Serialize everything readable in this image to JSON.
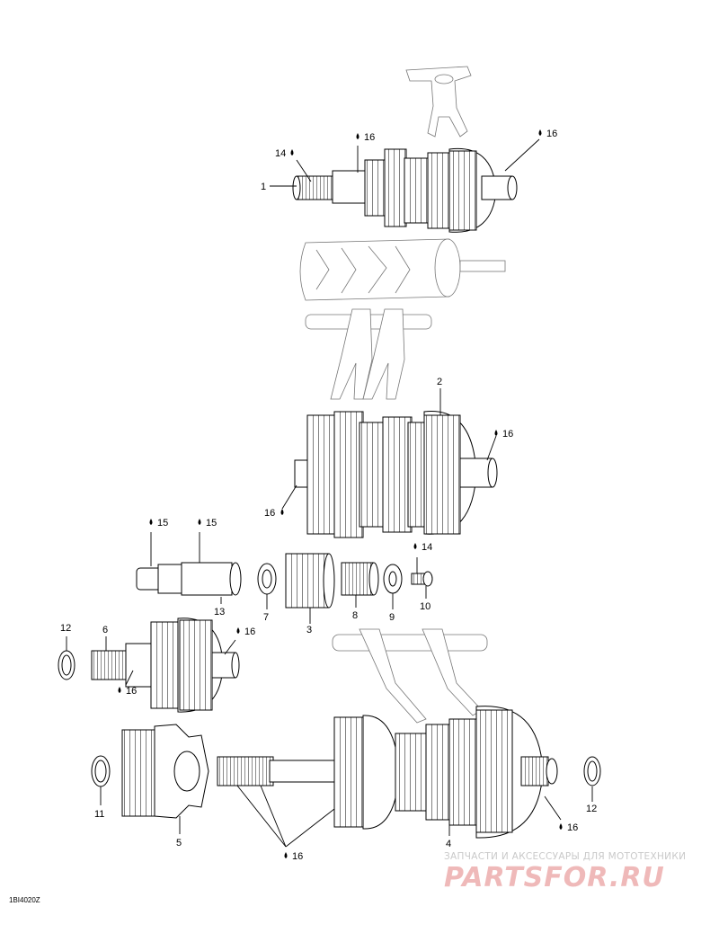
{
  "diagram": {
    "callouts": [
      {
        "id": "c1",
        "text": "1"
      },
      {
        "id": "c2",
        "text": "2"
      },
      {
        "id": "c3",
        "text": "3"
      },
      {
        "id": "c4",
        "text": "4"
      },
      {
        "id": "c5",
        "text": "5"
      },
      {
        "id": "c6",
        "text": "6"
      },
      {
        "id": "c7",
        "text": "7"
      },
      {
        "id": "c8",
        "text": "8"
      },
      {
        "id": "c9",
        "text": "9"
      },
      {
        "id": "c10",
        "text": "10"
      },
      {
        "id": "c11",
        "text": "11"
      },
      {
        "id": "c12a",
        "text": "12"
      },
      {
        "id": "c12b",
        "text": "12"
      },
      {
        "id": "c13",
        "text": "13"
      },
      {
        "id": "c14a",
        "text": "14"
      },
      {
        "id": "c14b",
        "text": "14"
      },
      {
        "id": "c15a",
        "text": "15"
      },
      {
        "id": "c15b",
        "text": "15"
      },
      {
        "id": "c16a",
        "text": "16"
      },
      {
        "id": "c16b",
        "text": "16"
      },
      {
        "id": "c16c",
        "text": "16"
      },
      {
        "id": "c16d",
        "text": "16"
      },
      {
        "id": "c16e",
        "text": "16"
      },
      {
        "id": "c16f",
        "text": "16"
      },
      {
        "id": "c16g",
        "text": "16"
      },
      {
        "id": "c16h",
        "text": "16"
      }
    ],
    "figure_code": "1BI4020Z"
  },
  "watermark": {
    "caption": "ЗАПЧАСТИ И АКСЕССУАРЫ ДЛЯ МОТОТЕХНИКИ",
    "brand": "PARTSFOR.RU"
  }
}
